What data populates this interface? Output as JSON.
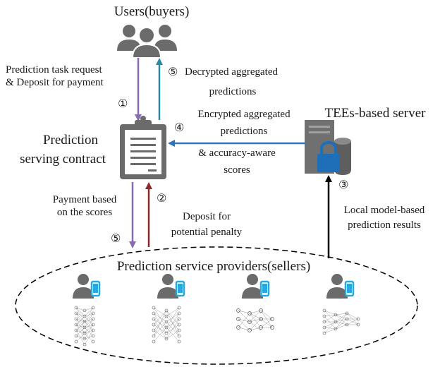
{
  "users": {
    "title": "Users(buyers)"
  },
  "contract": {
    "title_line1": "Prediction",
    "title_line2": "serving contract"
  },
  "server": {
    "title": "TEEs-based server"
  },
  "providers": {
    "title": "Prediction service providers(sellers)"
  },
  "steps": {
    "s1": {
      "number": "①",
      "line1": "Prediction task request",
      "line2": "& Deposit for payment"
    },
    "s5_top": {
      "number": "⑤",
      "line1": "Decrypted aggregated",
      "line2": "predictions"
    },
    "s4": {
      "number": "④",
      "line1": "Encrypted aggregated",
      "line2": "predictions",
      "line3": "& accuracy-aware",
      "line4": "scores"
    },
    "s2": {
      "number": "②",
      "line1": "Deposit for",
      "line2": "potential penalty"
    },
    "s5_bottom": {
      "number": "⑤",
      "line1": "Payment based",
      "line2": "on the scores"
    },
    "s3": {
      "number": "③",
      "line1": "Local model-based",
      "line2": "prediction results"
    }
  },
  "colors": {
    "purple": "#8a6bb0",
    "teal": "#2a8aa6",
    "blue": "#2f74b8",
    "darkred": "#8b2a26",
    "black": "#000000",
    "icon_gray": "#6b6b6b",
    "phone_blue": "#29a8e0",
    "lock_blue": "#1f6fb8"
  },
  "icons": [
    "users-group-icon",
    "contract-document-icon",
    "server-lock-icon",
    "provider-person-phone-icon",
    "neural-network-icon"
  ]
}
